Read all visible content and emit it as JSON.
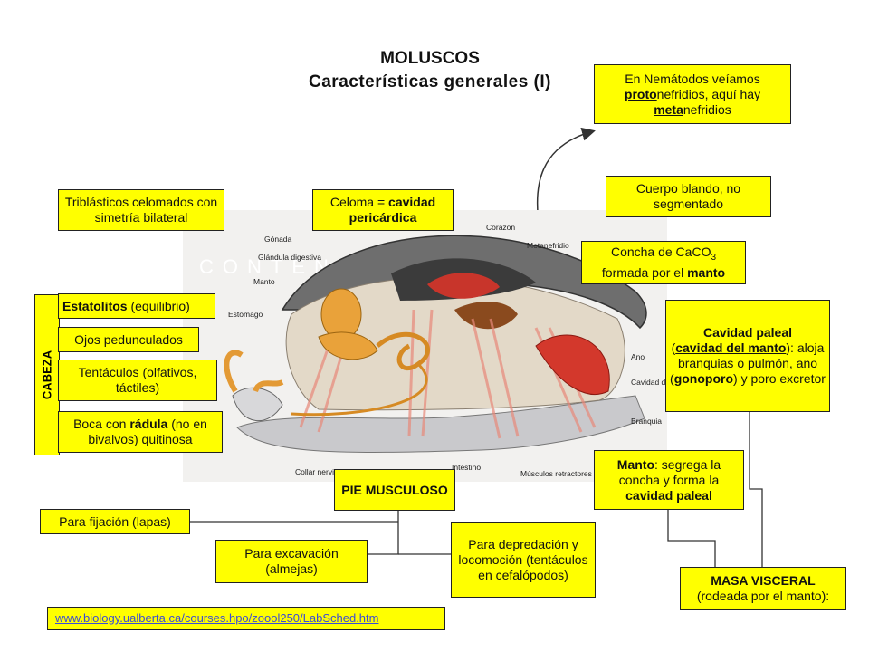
{
  "title": {
    "line1": "MOLUSCOS",
    "line2": "Características  generales (I)"
  },
  "boxes": {
    "nematodos": {
      "p1": "En Nemátodos veíamos ",
      "p2": "proto",
      "p3": "nefridios, aquí hay ",
      "p4": "meta",
      "p5": "nefridios"
    },
    "triblasticos": "Triblásticos celomados con simetría bilateral",
    "celoma": {
      "a": "Celoma = ",
      "b": "cavidad pericárdica"
    },
    "cuerpo": "Cuerpo blando, no segmentado",
    "concha": {
      "a": "Concha de CaCO",
      "sub": "3",
      "b": "formada por el ",
      "c": "manto"
    },
    "estatolitos": {
      "a": "Estatolitos",
      "b": " (equilibrio)"
    },
    "ojos": "Ojos pedunculados",
    "tentaculos": "Tentáculos (olfativos, táctiles)",
    "boca": {
      "a": "Boca con ",
      "b": "rádula",
      "c": " (no en bivalvos) quitinosa"
    },
    "cabeza": "CABEZA",
    "cavidad_paleal": {
      "a": "Cavidad paleal",
      "b": "(",
      "c": "cavidad del manto",
      "d": "): aloja branquias o pulmón, ano (",
      "e": "gonoporo",
      "f": ") y poro excretor"
    },
    "manto": {
      "a": "Manto",
      "b": ": segrega la concha y forma la ",
      "c": "cavidad paleal"
    },
    "pie": "PIE MUSCULOSO",
    "fijacion": "Para fijación (lapas)",
    "excavacion": "Para excavación (almejas)",
    "depredacion": "Para depredación y locomoción (tentáculos en cefalópodos)",
    "masa": {
      "a": "MASA VISCERAL",
      "b": "(rodeada por el manto):"
    }
  },
  "picture_labels": {
    "gonada": "Gónada",
    "corazon": "Corazón",
    "glandula": "Glándula digestiva",
    "metanefridio": "Metanefridio",
    "manto": "Manto",
    "estomago": "Estómago",
    "ano": "Ano",
    "cavidad": "Cavidad del manto",
    "branquia": "Branquia",
    "collar": "Collar nervioso",
    "intestino": "Intestino",
    "musculos": "Músculos retractores",
    "watermark": "CONTENI"
  },
  "link": "www.biology.ualberta.ca/courses.hpo/zoool250/LabSched.htm",
  "colors": {
    "box": "#ffff00",
    "link": "#3b4bd6"
  }
}
